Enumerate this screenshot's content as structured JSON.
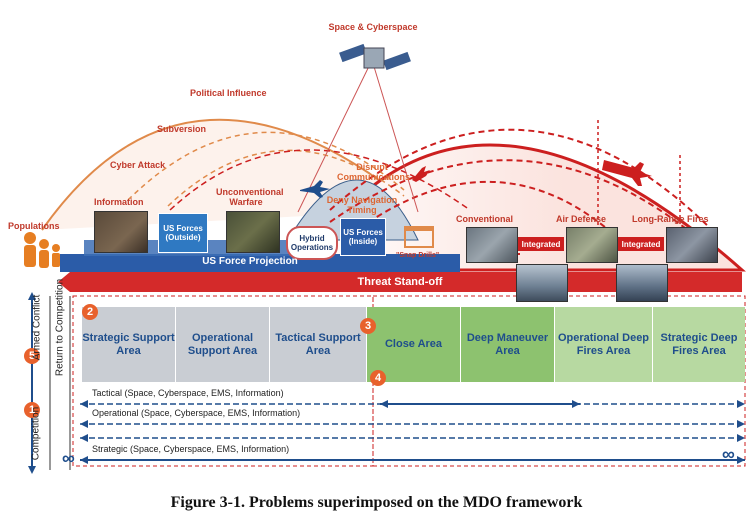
{
  "title": "Space & Cyberspace",
  "arc_labels": {
    "political_influence": "Political Influence",
    "subversion": "Subversion",
    "cyber_attack": "Cyber Attack",
    "information": "Information",
    "unconventional_warfare": "Unconventional Warfare",
    "disrupt_communications": "Disrupt Communications",
    "deny_navigation_timing": "Deny Navigation Timing",
    "conventional": "Conventional",
    "air_defense": "Air Defense",
    "long_range_fires": "Long-Range Fires",
    "populations": "Populations",
    "snap_drills": "\"Snap Drills\""
  },
  "boxes": {
    "us_forces_outside": "US Forces (Outside)",
    "hybrid_operations": "Hybrid Operations",
    "us_forces_inside": "US Forces (Inside)",
    "integrated_1": "Integrated",
    "integrated_2": "Integrated"
  },
  "bars": {
    "us_force_projection": "US Force Projection",
    "threat_standoff": "Threat Stand-off"
  },
  "areas": [
    {
      "label": "Strategic Support Area",
      "color": "#c9cdd3"
    },
    {
      "label": "Operational Support Area",
      "color": "#c9cdd3"
    },
    {
      "label": "Tactical Support Area",
      "color": "#c9cdd3"
    },
    {
      "label": "Close Area",
      "color": "#8dc26f"
    },
    {
      "label": "Deep Maneuver Area",
      "color": "#8dc26f"
    },
    {
      "label": "Operational Deep Fires Area",
      "color": "#8dc26f"
    },
    {
      "label": "Strategic Deep Fires Area",
      "color": "#8dc26f"
    }
  ],
  "markers": [
    "1",
    "2",
    "3",
    "4",
    "5"
  ],
  "rows": {
    "tactical": "Tactical (Space, Cyberspace, EMS, Information)",
    "operational": "Operational (Space, Cyberspace, EMS, Information)",
    "strategic": "Strategic (Space, Cyberspace, EMS, Information)"
  },
  "side_labels": {
    "armed_conflict": "Armed Conflict",
    "return_to_competition": "Return to Competition",
    "competition": "Competition",
    "infinity": "∞"
  },
  "colors": {
    "arc_orange": "#e67e22",
    "arc_red": "#cc1f1f",
    "us_blue": "#2b5ca8",
    "threat_red": "#d42a2a",
    "support_gray": "#c9cdd3",
    "deep_green": "#8dc26f",
    "marker_orange": "#e8612c"
  },
  "caption": "Figure 3-1.  Problems superimposed on the MDO framework"
}
